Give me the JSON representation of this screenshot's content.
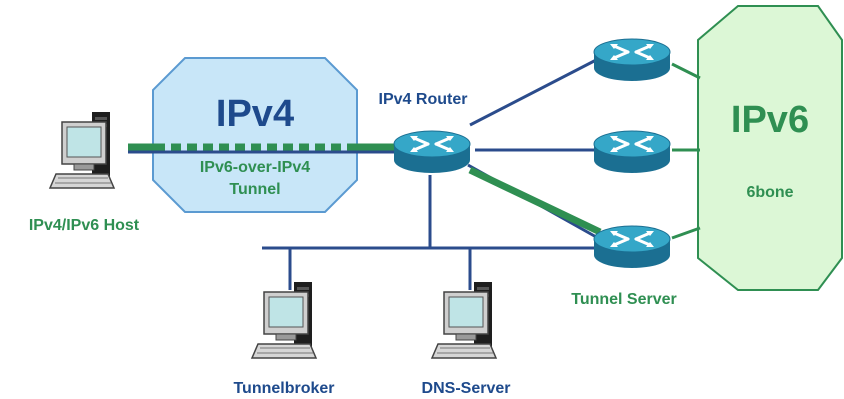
{
  "colors": {
    "ipv4_cloud_fill": "#c8e6f8",
    "ipv4_cloud_stroke": "#5b9ad1",
    "ipv6_cloud_fill": "#dcf7d6",
    "ipv6_cloud_stroke": "#2f8f52",
    "link_blue": "#2b4c8c",
    "tunnel_green": "#2f8f52",
    "label_blue": "#1e4a8c",
    "label_green": "#2f8f52",
    "router_top": "#35a7c8",
    "router_side": "#1b6f92"
  },
  "labels": {
    "ipv4_cloud": "IPv4",
    "tunnel_line1": "IPv6-over-IPv4",
    "tunnel_line2": "Tunnel",
    "ipv4_router": "IPv4 Router",
    "host": "IPv4/IPv6 Host",
    "ipv6_cloud": "IPv6",
    "sixbone": "6bone",
    "tunnel_server": "Tunnel Server",
    "tunnelbroker": "Tunnelbroker",
    "dns_server": "DNS-Server"
  },
  "icons": [
    "computer-icon",
    "router-icon"
  ]
}
